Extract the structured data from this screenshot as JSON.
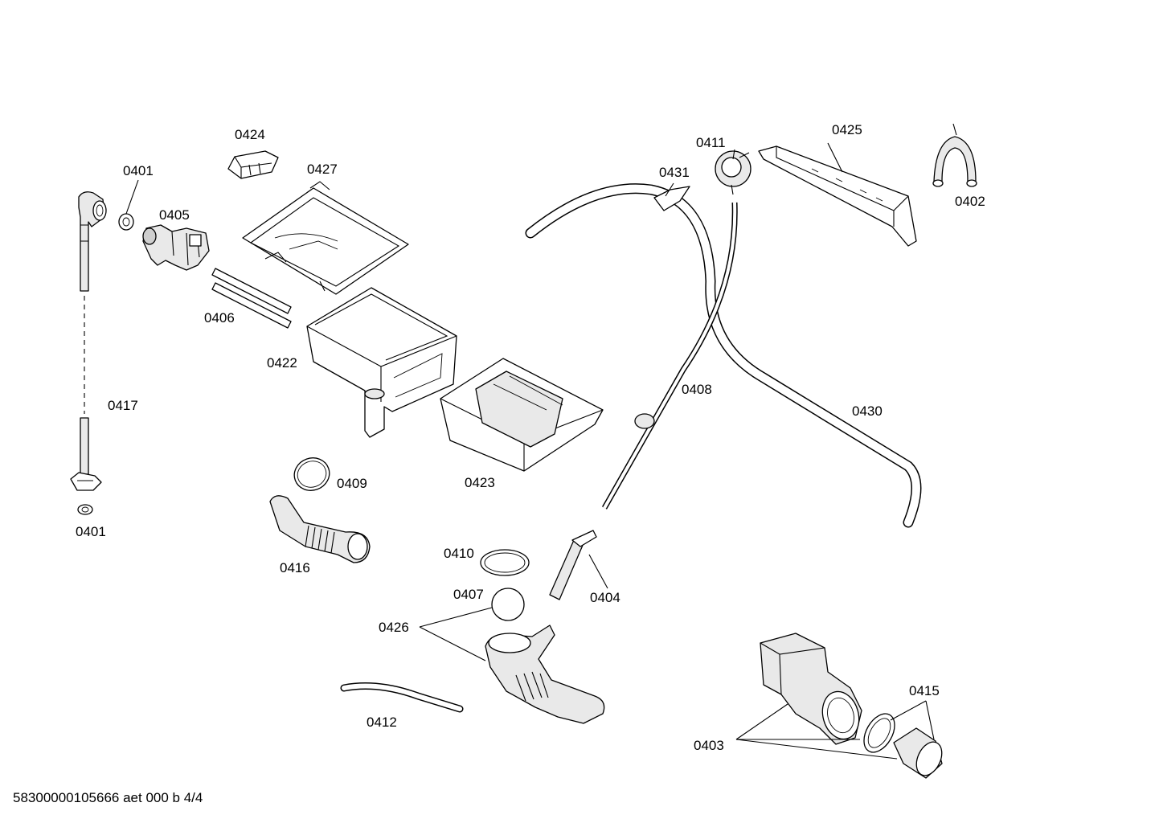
{
  "diagram": {
    "labels": [
      {
        "key": "l0424a",
        "text": "0424"
      },
      {
        "key": "l0401a",
        "text": "0401"
      },
      {
        "key": "l0427",
        "text": "0427"
      },
      {
        "key": "l0405",
        "text": "0405"
      },
      {
        "key": "l0406",
        "text": "0406"
      },
      {
        "key": "l0422",
        "text": "0422"
      },
      {
        "key": "l0417",
        "text": "0417"
      },
      {
        "key": "l0401b",
        "text": "0401"
      },
      {
        "key": "l0409",
        "text": "0409"
      },
      {
        "key": "l0416",
        "text": "0416"
      },
      {
        "key": "l0423",
        "text": "0423"
      },
      {
        "key": "l0411",
        "text": "0411"
      },
      {
        "key": "l0431",
        "text": "0431"
      },
      {
        "key": "l0425",
        "text": "0425"
      },
      {
        "key": "l0402",
        "text": "0402"
      },
      {
        "key": "l0408",
        "text": "0408"
      },
      {
        "key": "l0430",
        "text": "0430"
      },
      {
        "key": "l0410",
        "text": "0410"
      },
      {
        "key": "l0407",
        "text": "0407"
      },
      {
        "key": "l0404",
        "text": "0404"
      },
      {
        "key": "l0426",
        "text": "0426"
      },
      {
        "key": "l0412",
        "text": "0412"
      },
      {
        "key": "l0415",
        "text": "0415"
      },
      {
        "key": "l0403",
        "text": "0403"
      }
    ],
    "footer": "58300000105666 aet 000 b 4/4"
  }
}
